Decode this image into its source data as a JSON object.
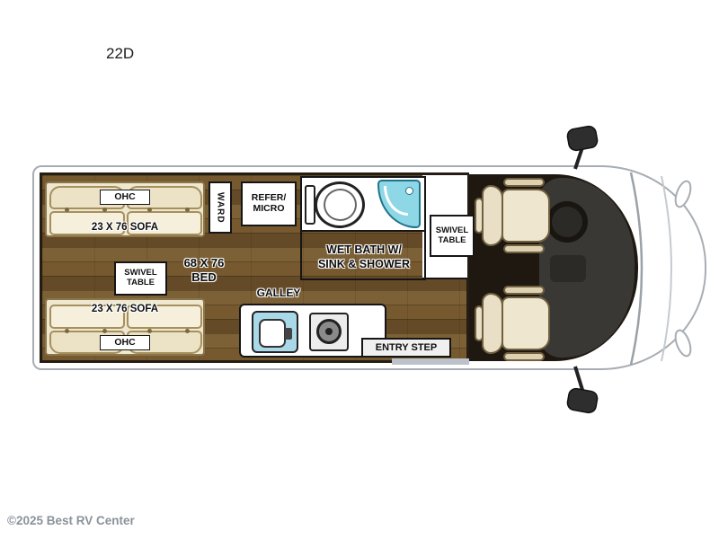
{
  "title": "22D",
  "watermark": "©2025 Best RV Center",
  "labels": {
    "ohc_top": "OHC",
    "sofa_top": "23 X 76 SOFA",
    "ward": "WARD",
    "refer_micro": "REFER/\nMICRO",
    "wet_bath": "WET BATH W/\nSINK & SHOWER",
    "swivel_table_front": "SWIVEL\nTABLE",
    "bed": "68 X 76\nBED",
    "swivel_table_rear": "SWIVEL\nTABLE",
    "sofa_bottom": "23 X 76 SOFA",
    "ohc_bottom": "OHC",
    "galley": "GALLEY",
    "entry_step": "ENTRY STEP"
  },
  "colors": {
    "wood_floor": "#6d5430",
    "cab_floor": "#1e1811",
    "dashboard": "#3a3835",
    "sofa_cream": "#efe7cf",
    "seat_beige": "#e9dfc6",
    "shower_teal": "#8ed7e6",
    "sink_blue": "#a9d8e8",
    "van_outline": "#a7adb3"
  }
}
